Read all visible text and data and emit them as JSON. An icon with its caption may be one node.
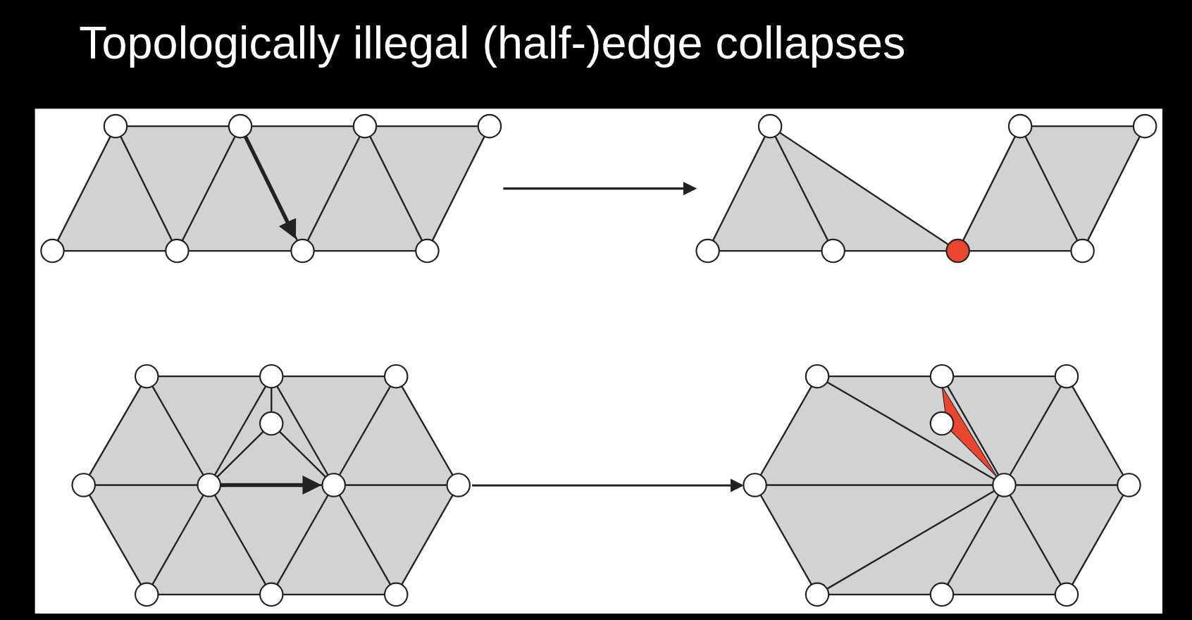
{
  "diagram": {
    "title": "Topologically illegal (half-)edge collapses",
    "nodes": [
      {
        "text": [],
        "shape": "picture"
      },
      {
        "text": [],
        "shape": "picture"
      },
      {
        "text": [],
        "shape": "picture"
      },
      {
        "text": [],
        "shape": "picture"
      }
    ],
    "edges": [
      {
        "from": 0,
        "to": 1,
        "arrow": "to"
      },
      {
        "from": 2,
        "to": 3,
        "arrow": "to"
      }
    ]
  }
}
